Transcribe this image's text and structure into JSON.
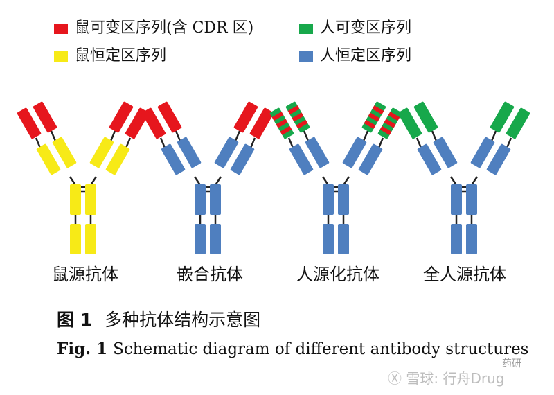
{
  "colors": {
    "mouse_variable": "#e6161d",
    "mouse_constant": "#f7ea17",
    "human_variable": "#17a84b",
    "human_constant": "#4f7fbf",
    "hinge": "#222222"
  },
  "legend": [
    {
      "label": "鼠可变区序列(含 CDR 区)",
      "color_key": "mouse_variable"
    },
    {
      "label": "人可变区序列",
      "color_key": "human_variable"
    },
    {
      "label": "鼠恒定区序列",
      "color_key": "mouse_constant"
    },
    {
      "label": "人恒定区序列",
      "color_key": "human_constant"
    }
  ],
  "antibodies": [
    {
      "label": "鼠源抗体",
      "variable": "mouse_variable",
      "constant": "mouse_constant",
      "striped": false
    },
    {
      "label": "嵌合抗体",
      "variable": "mouse_variable",
      "constant": "human_constant",
      "striped": false
    },
    {
      "label": "人源化抗体",
      "variable": "human_variable",
      "constant": "human_constant",
      "striped": true
    },
    {
      "label": "全人源抗体",
      "variable": "human_variable",
      "constant": "human_constant",
      "striped": false
    }
  ],
  "caption": {
    "cn_prefix": "图 1",
    "cn_text": "多种抗体结构示意图",
    "en_prefix": "Fig. 1",
    "en_text": "Schematic diagram of different antibody structures"
  },
  "watermark": {
    "text": "Ⓧ 雪球: 行舟Drug",
    "small": "药研"
  }
}
